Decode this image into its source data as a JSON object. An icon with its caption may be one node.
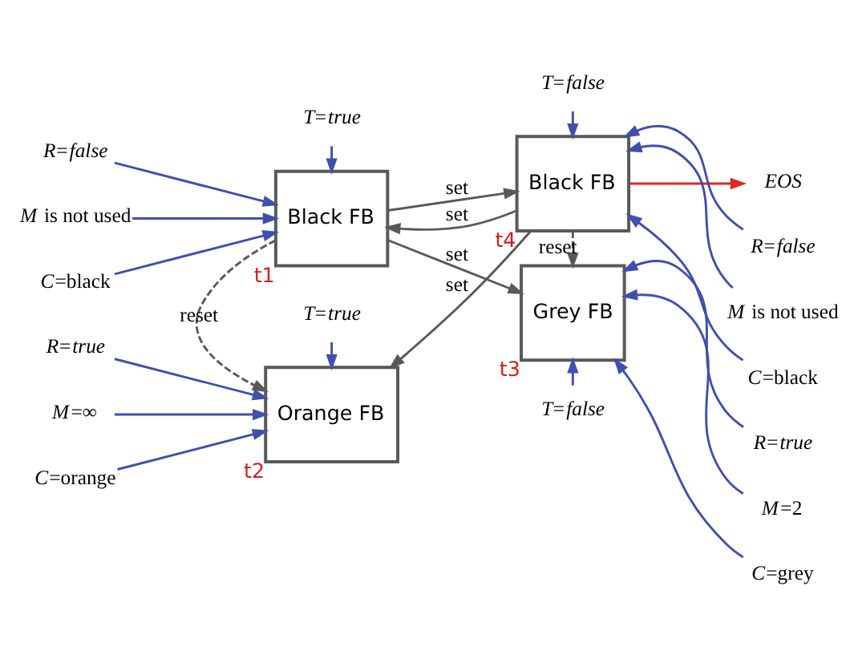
{
  "diagram": {
    "nodes": [
      {
        "text": [
          "*T*=*true*"
        ]
      },
      {
        "text": [
          "Orange FB"
        ],
        "beside": [
          "t2"
        ]
      },
      {
        "text": [
          "*T*=*false*"
        ]
      },
      {
        "text": [
          "Black FB"
        ],
        "beside": [
          "t4"
        ]
      },
      {
        "text": [
          "*R*=*true*"
        ]
      },
      {
        "text": [
          "*M*=∞"
        ]
      },
      {
        "text": [
          "*C*=orange"
        ]
      },
      {
        "text": [
          "*R*=*false*"
        ]
      },
      {
        "text": [
          "*M* is not used"
        ]
      },
      {
        "text": [
          "*C*=black"
        ]
      },
      {
        "text": [
          "*EOS*"
        ]
      },
      {
        "text": [
          "*R*=*false*"
        ]
      },
      {
        "text": [
          "*M* is not used"
        ]
      },
      {
        "text": [
          "*C*=black"
        ]
      },
      {
        "text": [
          "Black FB"
        ],
        "beside": [
          "t1"
        ]
      },
      {
        "text": [
          "Grey FB"
        ],
        "beside": [
          "t3"
        ]
      },
      {
        "text": [
          "*R*=*true*"
        ]
      },
      {
        "text": [
          "*M*=2"
        ]
      },
      {
        "text": [
          "*C*=grey"
        ]
      },
      {
        "text": [
          "*T*=*true*"
        ]
      },
      {
        "text": [
          "*T*=*false*"
        ]
      }
    ],
    "edges": [
      {
        "from": 0,
        "to": 1,
        "arrow": "to"
      },
      {
        "from": 4,
        "to": 1,
        "arrow": "to"
      },
      {
        "from": 5,
        "to": 1,
        "arrow": "to"
      },
      {
        "from": 6,
        "to": 1,
        "arrow": "to"
      },
      {
        "from": 3,
        "to": 1,
        "arrow": "to",
        "label": "set",
        "color": "#595959"
      },
      {
        "from": 2,
        "to": 3,
        "arrow": "to"
      },
      {
        "from": 7,
        "to": 3,
        "arrow": "to"
      },
      {
        "from": 8,
        "to": 3,
        "arrow": "to"
      },
      {
        "from": 9,
        "to": 3,
        "arrow": "to"
      },
      {
        "from": 3,
        "to": 10,
        "arrow": "to",
        "color": "#e0281c"
      },
      {
        "from": 14,
        "to": 1,
        "arrow": "to",
        "label": "reset",
        "style": "dashed",
        "color": "#595959"
      },
      {
        "from": 14,
        "to": 3,
        "arrow": "to",
        "label": "set",
        "color": "#595959"
      },
      {
        "from": 3,
        "to": 14,
        "arrow": "to",
        "label": "set",
        "color": "#595959"
      },
      {
        "from": 3,
        "to": 15,
        "arrow": "to",
        "label": "reset",
        "style": "dashed",
        "color": "#595959"
      },
      {
        "from": 14,
        "to": 15,
        "arrow": "to",
        "label": "set",
        "color": "#595959"
      },
      {
        "from": 11,
        "to": 14,
        "arrow": "to"
      },
      {
        "from": 12,
        "to": 14,
        "arrow": "to"
      },
      {
        "from": 13,
        "to": 14,
        "arrow": "to"
      },
      {
        "from": 16,
        "to": 15,
        "arrow": "to"
      },
      {
        "from": 17,
        "to": 15,
        "arrow": "to"
      },
      {
        "from": 18,
        "to": 15,
        "arrow": "to"
      },
      {
        "from": 19,
        "to": 14,
        "arrow": "to"
      },
      {
        "from": 20,
        "to": 15,
        "arrow": "to"
      }
    ]
  }
}
